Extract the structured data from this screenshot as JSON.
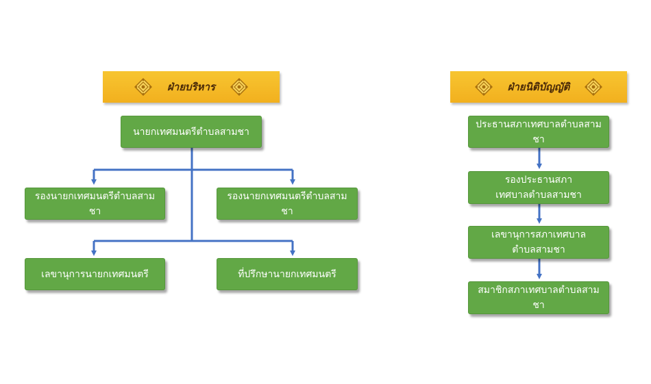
{
  "left": {
    "header": "ฝ่ายบริหาร",
    "top": "นายกเทศมนตรีตำบลสามชา",
    "deputy_left": "รองนายกเทศมนตรีตำบลสามชา",
    "deputy_right": "รองนายกเทศมนตรีตำบลสามชา",
    "secretary": "เลขานุการนายกเทศมนตรี",
    "advisor": "ที่ปรึกษานายกเทศมนตรี"
  },
  "right": {
    "header": "ฝ่ายนิติบัญญัติ",
    "chair": "ประธานสภาเทศบาลตำบลสามชา",
    "vice_chair": "รองประธานสภาเทศบาลตำบลสามชา",
    "secretary": "เลขานุการสภาเทศบาลตำบลสามชา",
    "members": "สมาชิกสภาเทศบาลตำบลสามชา"
  },
  "colors": {
    "header_gold": "#f2b01e",
    "box_green": "#62a846",
    "connector_blue": "#4472c4"
  }
}
